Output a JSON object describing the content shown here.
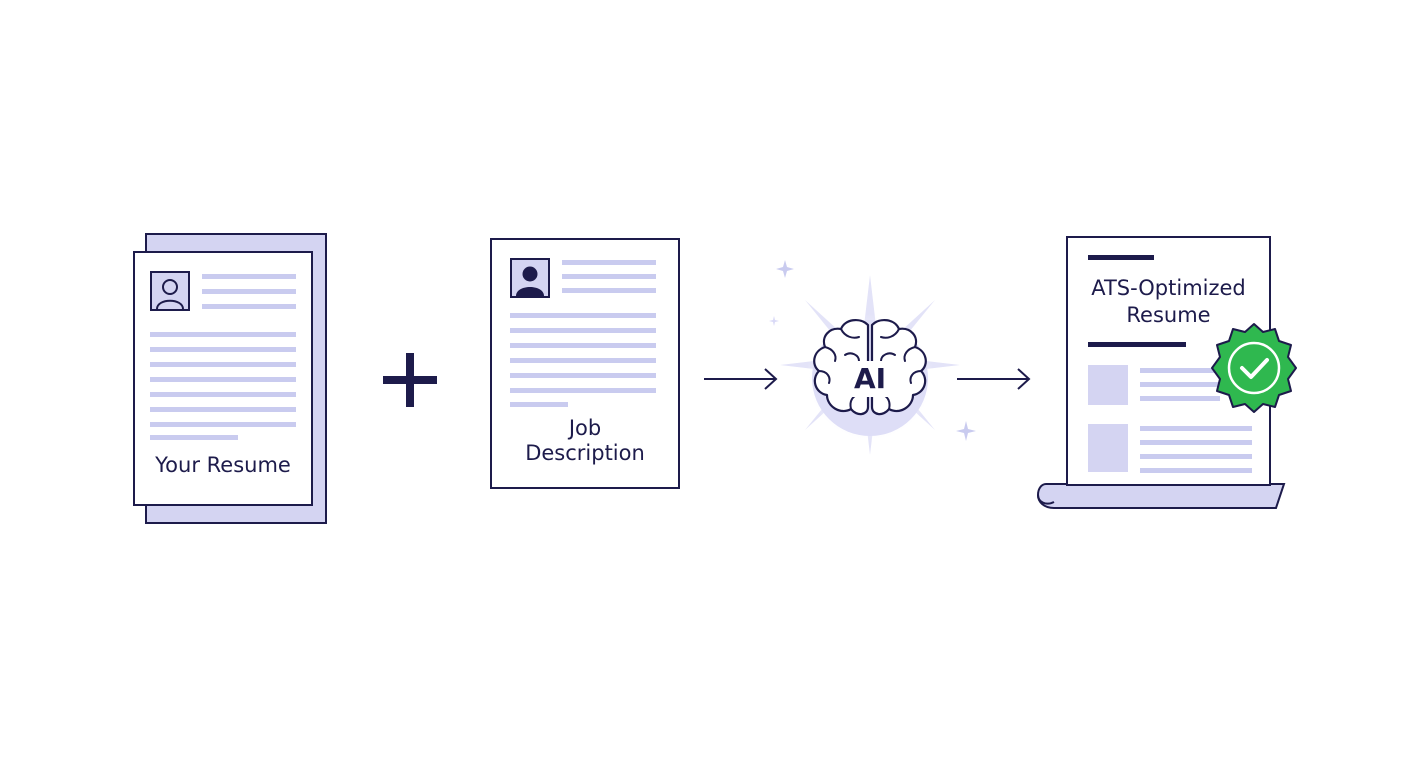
{
  "steps": {
    "resume": {
      "label": "Your Resume"
    },
    "job": {
      "label_line1": "Job",
      "label_line2": "Description"
    },
    "ai": {
      "label": "AI"
    },
    "result": {
      "label_line1": "ATS-Optimized",
      "label_line2": "Resume"
    }
  },
  "operators": {
    "plus_icon": "plus-icon",
    "arrow_icon": "arrow-right-icon"
  },
  "icons": {
    "avatar": "user-avatar-icon",
    "brain": "brain-icon",
    "badge": "check-badge-icon",
    "sparkle": "sparkle-icon"
  },
  "colors": {
    "ink": "#1d1b4b",
    "lavender": "#d4d4f2",
    "line": "#c9cbef",
    "success": "#2fb84f"
  }
}
